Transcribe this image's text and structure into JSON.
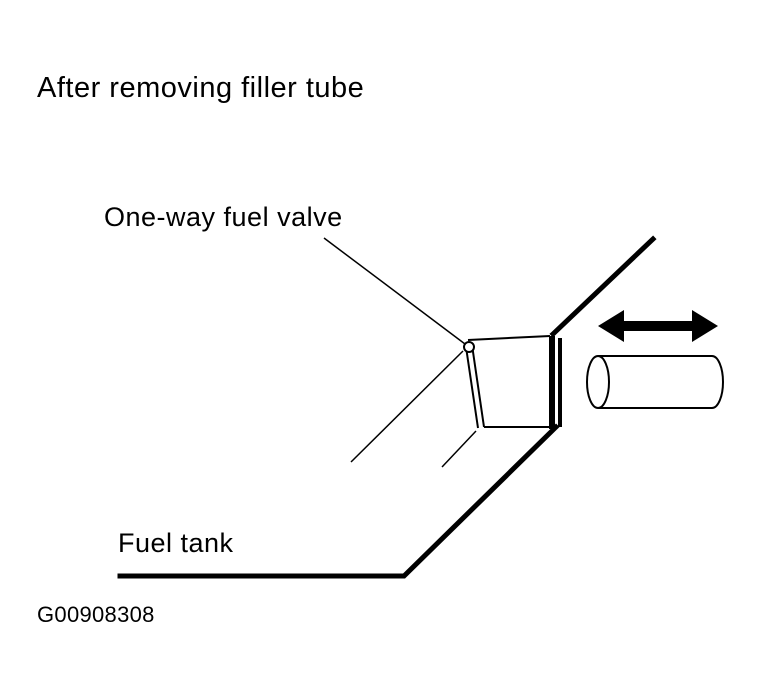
{
  "diagram": {
    "title": "After removing filler tube",
    "labels": {
      "one_way_valve": "One-way fuel valve",
      "fuel_tank": "Fuel tank"
    },
    "figure_id": "G00908308"
  }
}
